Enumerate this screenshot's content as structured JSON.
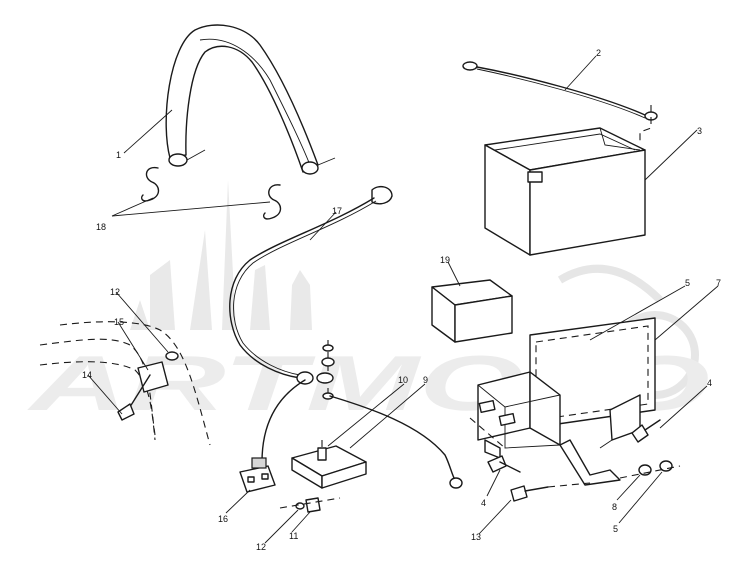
{
  "watermark": {
    "text": "ARTMOTO"
  },
  "callouts": [
    {
      "id": "c1",
      "text": "1"
    },
    {
      "id": "c2",
      "text": "2"
    },
    {
      "id": "c3",
      "text": "3"
    },
    {
      "id": "c4a",
      "text": "4"
    },
    {
      "id": "c4b",
      "text": "4"
    },
    {
      "id": "c5a",
      "text": "5"
    },
    {
      "id": "c5b",
      "text": "5"
    },
    {
      "id": "c7",
      "text": "7"
    },
    {
      "id": "c8",
      "text": "8"
    },
    {
      "id": "c9",
      "text": "9"
    },
    {
      "id": "c10",
      "text": "10"
    },
    {
      "id": "c11",
      "text": "11"
    },
    {
      "id": "c12a",
      "text": "12"
    },
    {
      "id": "c12b",
      "text": "12"
    },
    {
      "id": "c13",
      "text": "13"
    },
    {
      "id": "c14",
      "text": "14"
    },
    {
      "id": "c15",
      "text": "15"
    },
    {
      "id": "c16",
      "text": "16"
    },
    {
      "id": "c17",
      "text": "17"
    },
    {
      "id": "c18",
      "text": "18"
    },
    {
      "id": "c19",
      "text": "19"
    }
  ]
}
